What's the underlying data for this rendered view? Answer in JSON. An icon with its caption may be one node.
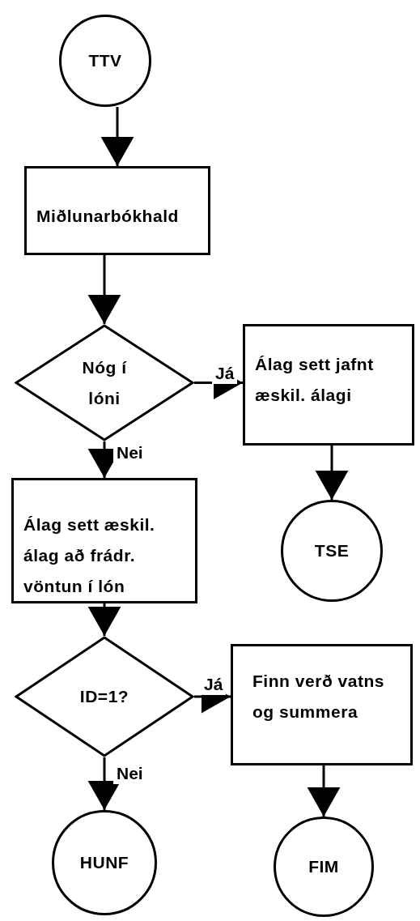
{
  "diagram": {
    "nodes": [
      {
        "text": [
          "TTV"
        ]
      },
      {
        "text": [
          "Miðlunarbókhald"
        ]
      },
      {
        "text": [
          "Nóg í lóni"
        ]
      },
      {
        "text": [
          "Álag sett jafnt æskil. álagi"
        ]
      },
      {
        "text": [
          "TSE"
        ]
      },
      {
        "text": [
          "Álag sett æskil. álag að frádr. vöntun í lón"
        ]
      },
      {
        "text": [
          "ID=1?"
        ]
      },
      {
        "text": [
          "Finn verð vatns og summera"
        ]
      },
      {
        "text": [
          "HUNF"
        ]
      },
      {
        "text": [
          "FIM"
        ]
      }
    ],
    "edges": [
      {
        "from": 0,
        "to": 1,
        "arrow": "to"
      },
      {
        "from": 1,
        "to": 2,
        "arrow": "to"
      },
      {
        "from": 2,
        "to": 3,
        "arrow": "to",
        "label": "Já"
      },
      {
        "from": 3,
        "to": 4,
        "arrow": "to"
      },
      {
        "from": 2,
        "to": 5,
        "arrow": "to",
        "label": "Nei"
      },
      {
        "from": 5,
        "to": 6,
        "arrow": "to"
      },
      {
        "from": 6,
        "to": 7,
        "arrow": "to",
        "label": "Já"
      },
      {
        "from": 7,
        "to": 9,
        "arrow": "to"
      },
      {
        "from": 6,
        "to": 8,
        "arrow": "to",
        "label": "Nei"
      }
    ]
  }
}
